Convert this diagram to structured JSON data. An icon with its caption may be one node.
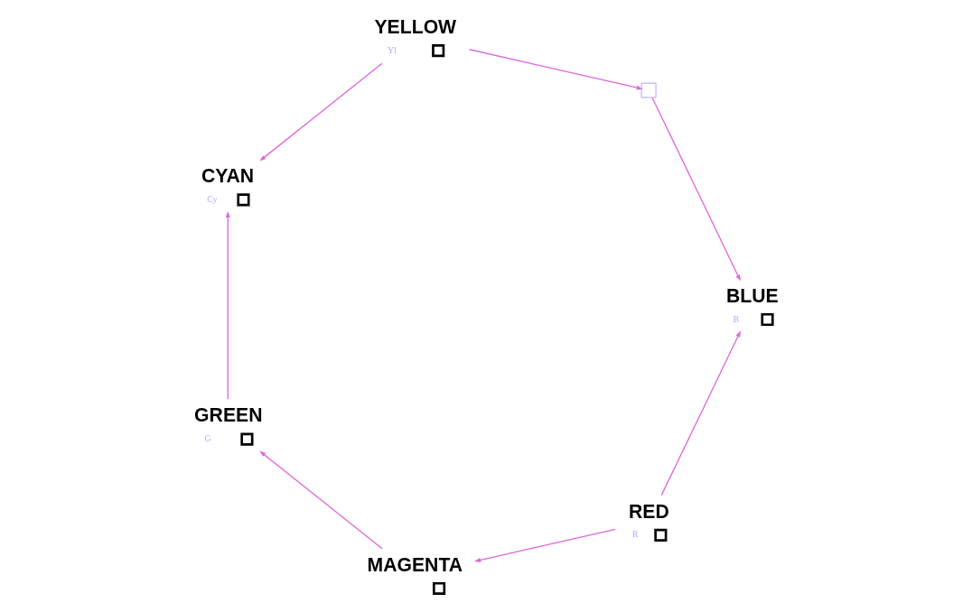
{
  "diagram": {
    "nodes": [
      {
        "text": [],
        "shape": "box",
        "beside": [
          "RED",
          "R"
        ]
      },
      {
        "text": [],
        "shape": "box",
        "beside": [
          "MAGENTA"
        ]
      },
      {
        "text": [],
        "shape": "box",
        "beside": [
          "YELLOW",
          "Yl"
        ]
      },
      {
        "text": [],
        "shape": "box"
      },
      {
        "text": [],
        "shape": "box",
        "beside": [
          "BLUE",
          "B"
        ]
      },
      {
        "text": [],
        "shape": "box",
        "beside": [
          "GREEN",
          "G"
        ]
      },
      {
        "text": [],
        "shape": "box",
        "beside": [
          "CYAN",
          "Cy"
        ]
      }
    ],
    "edges": [
      {
        "from": 0,
        "to": 1,
        "arrow": "to"
      },
      {
        "from": 0,
        "to": 4,
        "arrow": "to"
      },
      {
        "from": 1,
        "to": 5,
        "arrow": "to"
      },
      {
        "from": 2,
        "to": 3,
        "arrow": "to"
      },
      {
        "from": 3,
        "to": 4,
        "arrow": "to"
      },
      {
        "from": 2,
        "to": 6,
        "arrow": "to"
      },
      {
        "from": 5,
        "to": 6,
        "arrow": "to"
      }
    ]
  }
}
